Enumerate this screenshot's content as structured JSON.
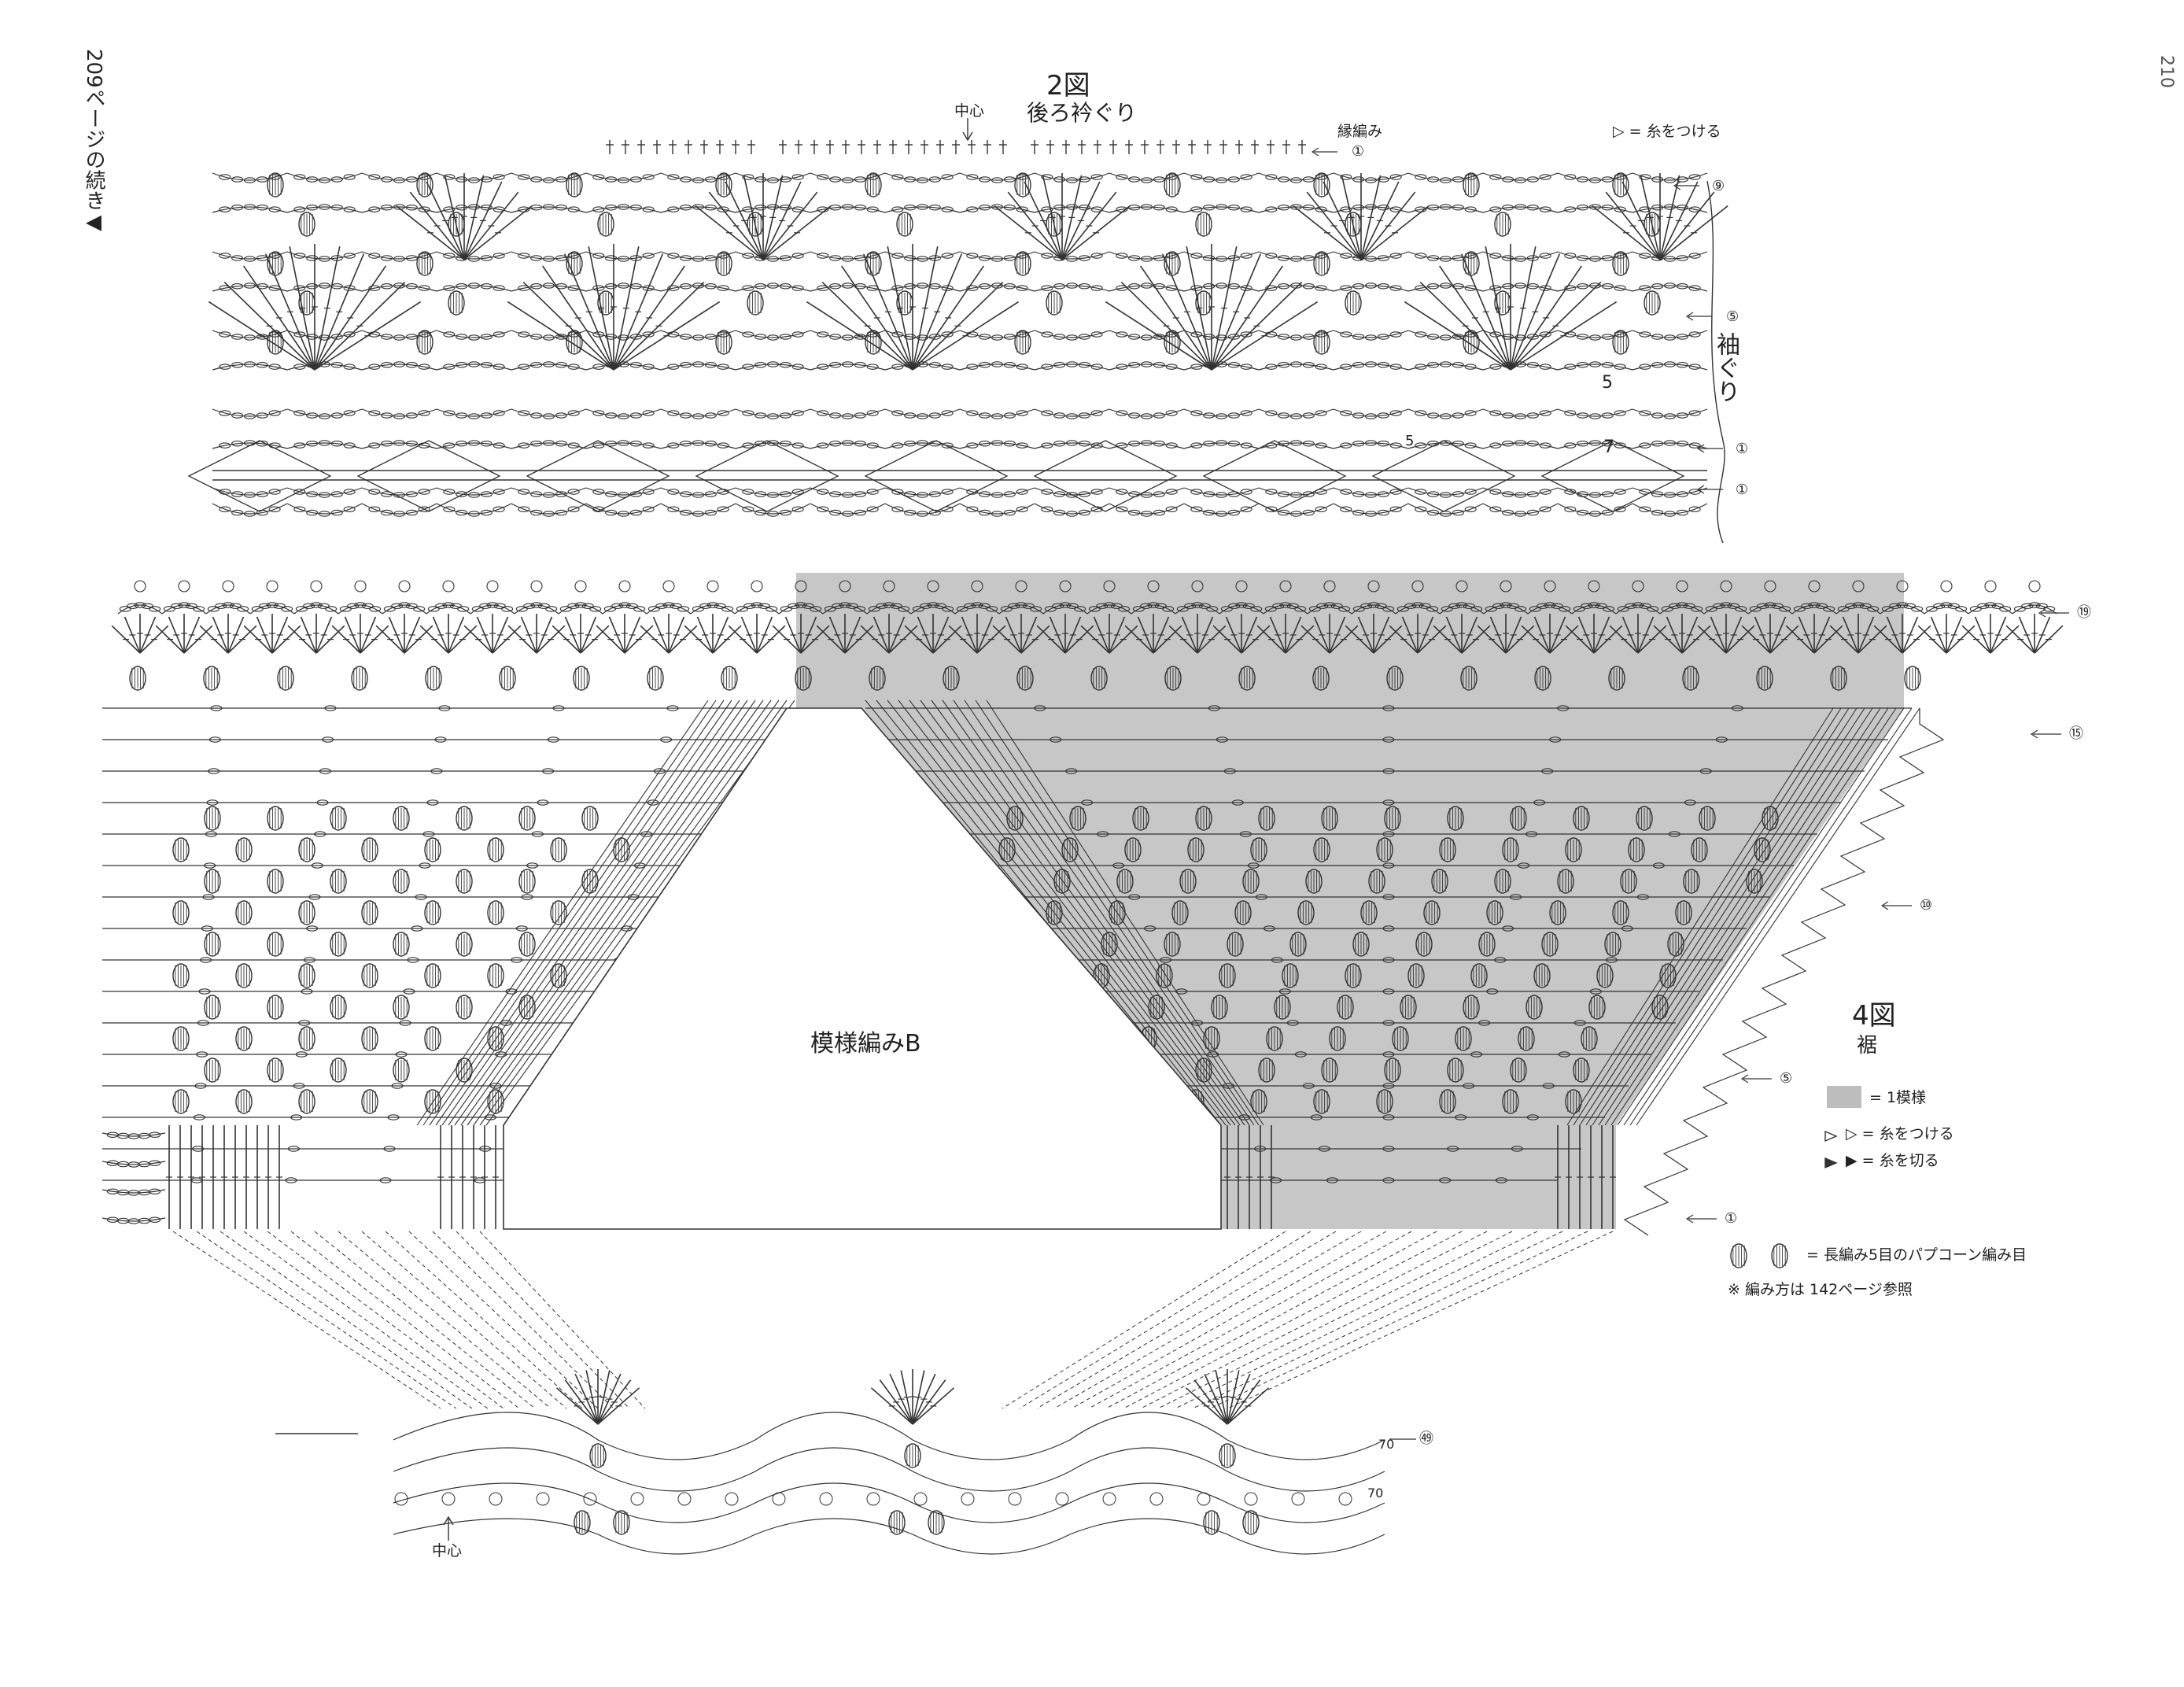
{
  "page": {
    "continued_from": "209ページの続き◀",
    "page_number": "210"
  },
  "figure2": {
    "title": "2図",
    "subtitle": "後ろ衿ぐり",
    "center_label": "中心",
    "edge_label": "縁編み",
    "armhole_label": "袖ぐり",
    "attach_legend": "▷ = 糸をつける",
    "row_markers": [
      "①",
      "⑨",
      "⑤",
      "①",
      "①"
    ],
    "inner_numbers": [
      "5",
      "5",
      "7"
    ]
  },
  "figure4": {
    "title": "4図",
    "subtitle": "裾",
    "pattern_label": "模様編みB",
    "center_label": "中心",
    "row_markers": [
      "⑲",
      "⑮",
      "⑩",
      "⑤",
      "①",
      "㊾"
    ],
    "inner_numbers": [
      "70",
      "70"
    ]
  },
  "legend": {
    "shaded": "= 1模様",
    "attach": "▷ = 糸をつける",
    "cut": "▶ = 糸を切る",
    "popcorn": "= 長編み5目のパプコーン編み目",
    "note": "※ 編み方は 142ページ参照"
  },
  "colors": {
    "shade": "#bdbdbd",
    "ink": "#333333"
  }
}
